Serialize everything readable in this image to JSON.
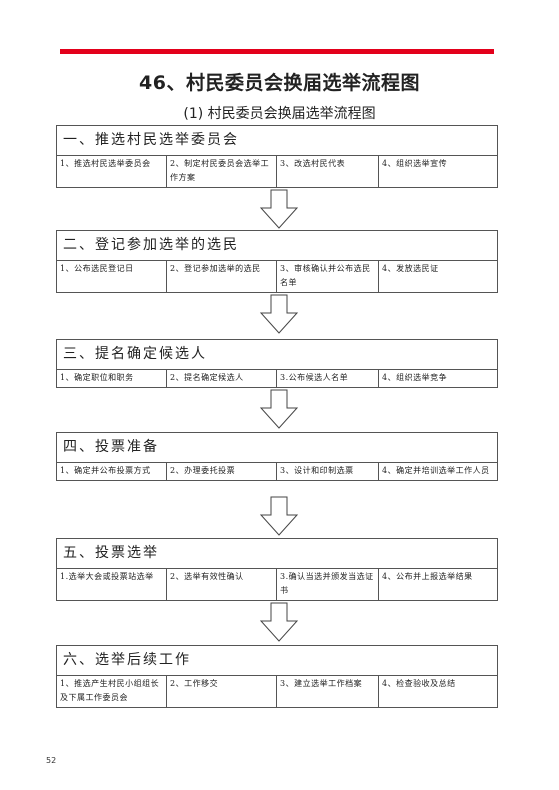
{
  "title": "46、村民委员会换届选举流程图",
  "subtitle": "(1) 村民委员会换届选举流程图",
  "stages": [
    {
      "heading": "一、推选村民选举委员会",
      "steps": [
        "1、推选村民选举委员会",
        "2、制定村民委员会选举工作方案",
        "3、改选村民代表",
        "4、组织选举宣传"
      ]
    },
    {
      "heading": "二、登记参加选举的选民",
      "steps": [
        "1、公布选民登记日",
        "2、登记参加选举的选民",
        "3、审核确认并公布选民名单",
        "4、发放选民证"
      ]
    },
    {
      "heading": "三、提名确定候选人",
      "steps": [
        "1、确定职位和职务",
        "2、提名确定候选人",
        "3.公布候选人名单",
        "4、组织选举竞争"
      ]
    },
    {
      "heading": "四、投票准备",
      "steps": [
        "1、确定并公布投票方式",
        "2、办理委托投票",
        "3、设计和印制选票",
        "4、确定并培训选举工作人员"
      ]
    },
    {
      "heading": "五、投票选举",
      "steps": [
        "1.选举大会或投票站选举",
        "2、选举有效性确认",
        "3.确认当选并颁发当选证书",
        "4、公布并上报选举结果"
      ]
    },
    {
      "heading": "六、选举后续工作",
      "steps": [
        "1、推选产生村民小组组长及下属工作委员会",
        "2、工作移交",
        "3、建立选举工作档案",
        "4、检查验收及总结"
      ]
    }
  ],
  "page_number": "52",
  "colors": {
    "accent_bar": "#e3001b",
    "border": "#555555"
  },
  "icons": [
    "down-arrow-icon"
  ]
}
